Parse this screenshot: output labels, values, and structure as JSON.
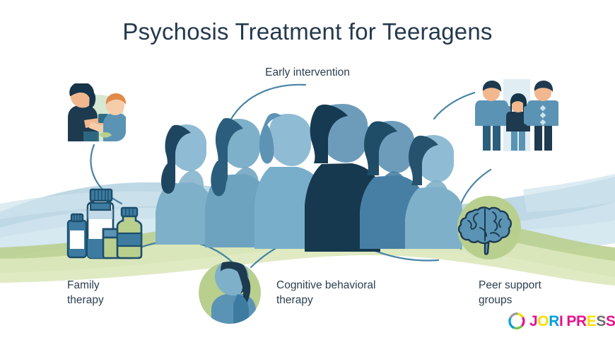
{
  "poster": {
    "title": "Psychosis Treatment for Teeragens",
    "background_color": "#ffffff",
    "title_color": "#24394c",
    "label_color": "#2b3f4f"
  },
  "labels": {
    "early_intervention": "Early intervention",
    "family_therapy_line1": "Family",
    "family_therapy_line2": "therapy",
    "cbt_line1": "Cognitive behavioral",
    "cbt_line2": "therapy",
    "peer_support_line1": "Peer support",
    "peer_support_line2": "groups"
  },
  "illustrations": {
    "crowd": {
      "name": "group-of-teen-silhouettes",
      "figure_count": 6,
      "colors": [
        "#7fa9c4",
        "#5e93b3",
        "#6ea3bf",
        "#1c3c52",
        "#417architecture",
        "#4f87a8"
      ]
    },
    "family_therapy_photo": {
      "name": "therapist-with-child-illustration"
    },
    "peer_support_photo": {
      "name": "three-standing-people-illustration"
    },
    "brain_badge": {
      "name": "brain-icon-circle"
    },
    "cbt_badge": {
      "name": "person-profile-circle"
    },
    "medicine": {
      "name": "medicine-bottles-illustration"
    }
  },
  "palette": {
    "deep_navy": "#1c3c52",
    "steel_blue": "#3d7ca0",
    "mid_blue": "#5a93b4",
    "light_blue": "#8fbcd4",
    "pale_blue": "#b9d7e4",
    "wave_blue": "#a9cbdc",
    "wave_blue_soft": "#c9e0ea",
    "sage_green": "#b8cf8e",
    "sage_green_light": "#d7e5b8",
    "skin": "#f2b78e",
    "skin_light": "#f6cdaa"
  },
  "logo": {
    "brand": "JORI PRESS",
    "letters": [
      {
        "char": "J",
        "color": "#e8138c"
      },
      {
        "char": "O",
        "color": "#f5e003"
      },
      {
        "char": "R",
        "color": "#00a0e0"
      },
      {
        "char": "I",
        "color": "#e8138c"
      },
      {
        "char": " ",
        "color": "transparent"
      },
      {
        "char": "P",
        "color": "#e8138c"
      },
      {
        "char": "R",
        "color": "#e8138c"
      },
      {
        "char": "E",
        "color": "#f5e003"
      },
      {
        "char": "S",
        "color": "#6e6e6e"
      },
      {
        "char": "S",
        "color": "#e8138c"
      }
    ],
    "mark_colors": {
      "cyan": "#00a0e0",
      "magenta": "#e8138c",
      "yellow": "#f5e003",
      "green": "#7ac143",
      "gray": "#9b9b9b"
    }
  }
}
